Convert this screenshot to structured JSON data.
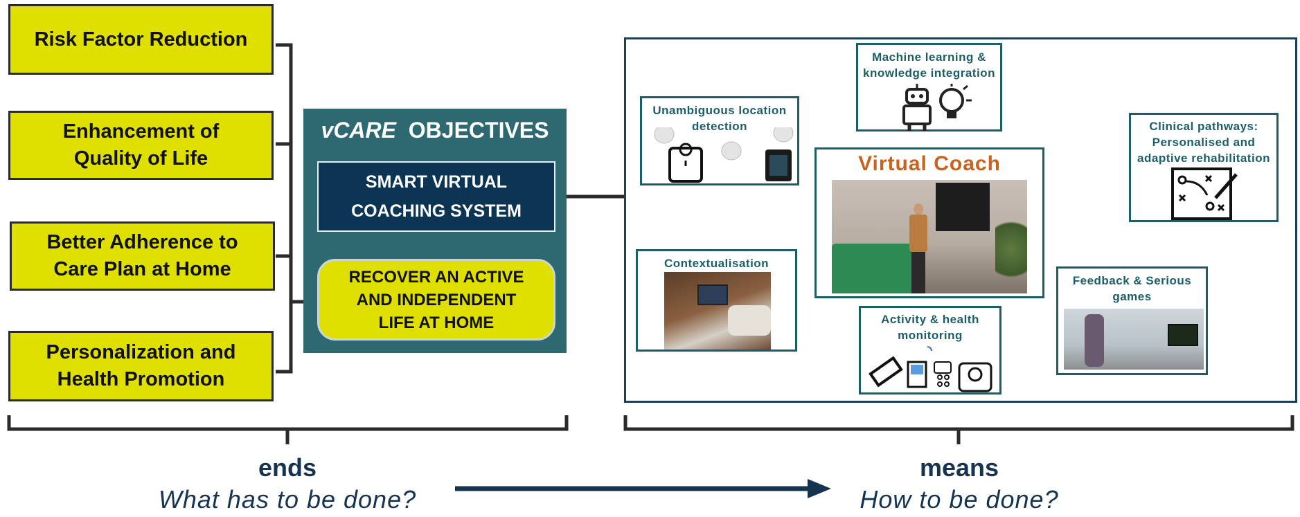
{
  "ends": {
    "goals": [
      {
        "label": "Risk Factor Reduction"
      },
      {
        "label": "Enhancement of\nQuality of Life"
      },
      {
        "label": "Better Adherence to\nCare Plan at Home"
      },
      {
        "label": "Personalization and\nHealth Promotion"
      }
    ],
    "objectives": {
      "title_brand": "vCARE",
      "title_rest": "OBJECTIVES",
      "system": "SMART VIRTUAL\nCOACHING SYSTEM",
      "goal": "RECOVER AN ACTIVE\nAND  INDEPENDENT\nLIFE AT HOME"
    },
    "label": "ends",
    "question": "What has to be done?"
  },
  "means": {
    "center_title": "Virtual Coach",
    "components": [
      {
        "label": "Machine learning &\nknowledge integration"
      },
      {
        "label": "Unambiguous location\ndetection"
      },
      {
        "label": "Clinical pathways:\nPersonalised and\nadaptive rehabilitation"
      },
      {
        "label": "Contextualisation"
      },
      {
        "label": "Feedback & Serious\ngames"
      },
      {
        "label": "Activity & health\nmonitoring"
      }
    ],
    "label": "means",
    "question": "How to be done?"
  },
  "colors": {
    "goal_yellow": "#dfe000",
    "panel_teal": "#2e6870",
    "navy": "#0c3553",
    "accent_orange": "#c8621f",
    "dark_blue_text": "#163450"
  }
}
